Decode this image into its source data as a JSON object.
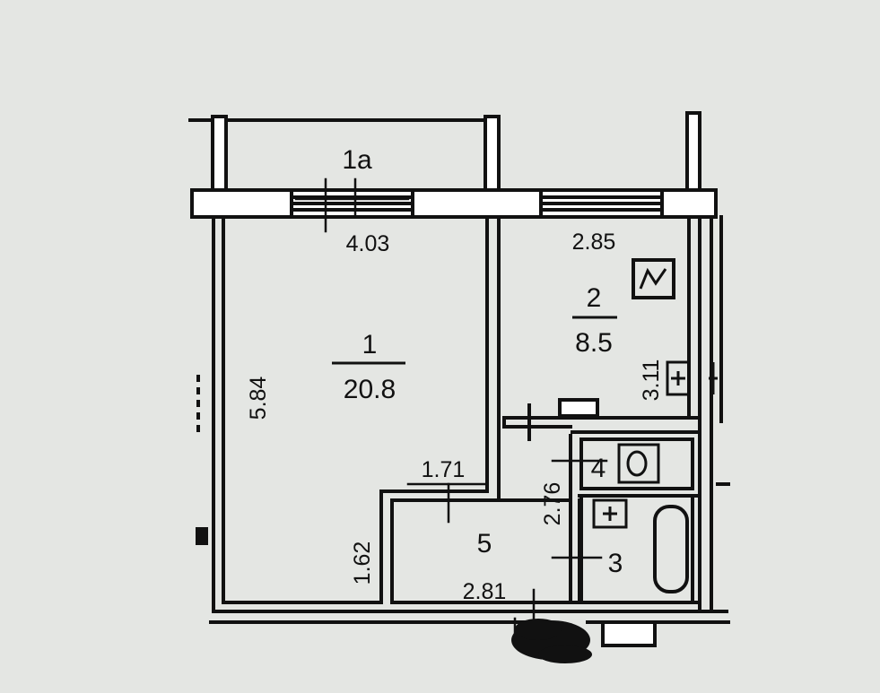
{
  "colors": {
    "background": "#e4e6e3",
    "line": "#111111",
    "wall_fill": "#ffffff"
  },
  "rooms": [
    {
      "id": "1a",
      "number": "1a",
      "area": ""
    },
    {
      "id": "1",
      "number": "1",
      "area": "20.8"
    },
    {
      "id": "2",
      "number": "2",
      "area": "8.5"
    },
    {
      "id": "3",
      "number": "3",
      "area": ""
    },
    {
      "id": "4",
      "number": "4",
      "area": ""
    },
    {
      "id": "5",
      "number": "5",
      "area": ""
    }
  ],
  "dimensions": {
    "room1_window_width": "4.03",
    "room2_window_width": "2.85",
    "room1_depth": "5.84",
    "room2_depth": "3.11",
    "hall_niche_width": "1.71",
    "hall_corridor_depth": "2.76",
    "hall_depth": "1.62",
    "hall_width": "2.81"
  },
  "icons": [
    "stove-icon",
    "sink-icon",
    "toilet-icon",
    "bathtub-icon",
    "washbasin-icon",
    "scribble-mark"
  ]
}
